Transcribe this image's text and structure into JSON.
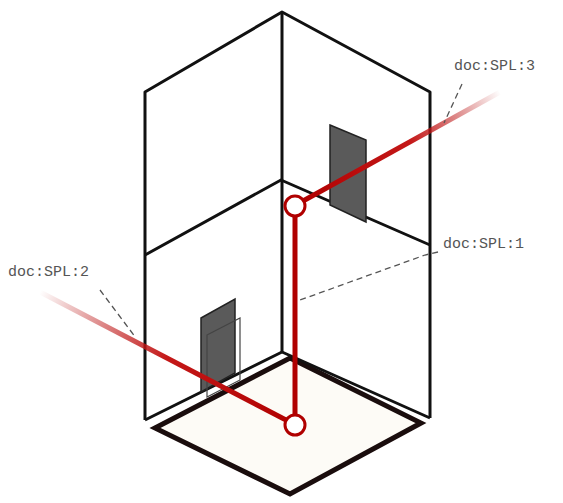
{
  "diagram": {
    "labels": [
      "doc:SPL:3",
      "doc:SPL:1",
      "doc:SPL:2"
    ]
  }
}
